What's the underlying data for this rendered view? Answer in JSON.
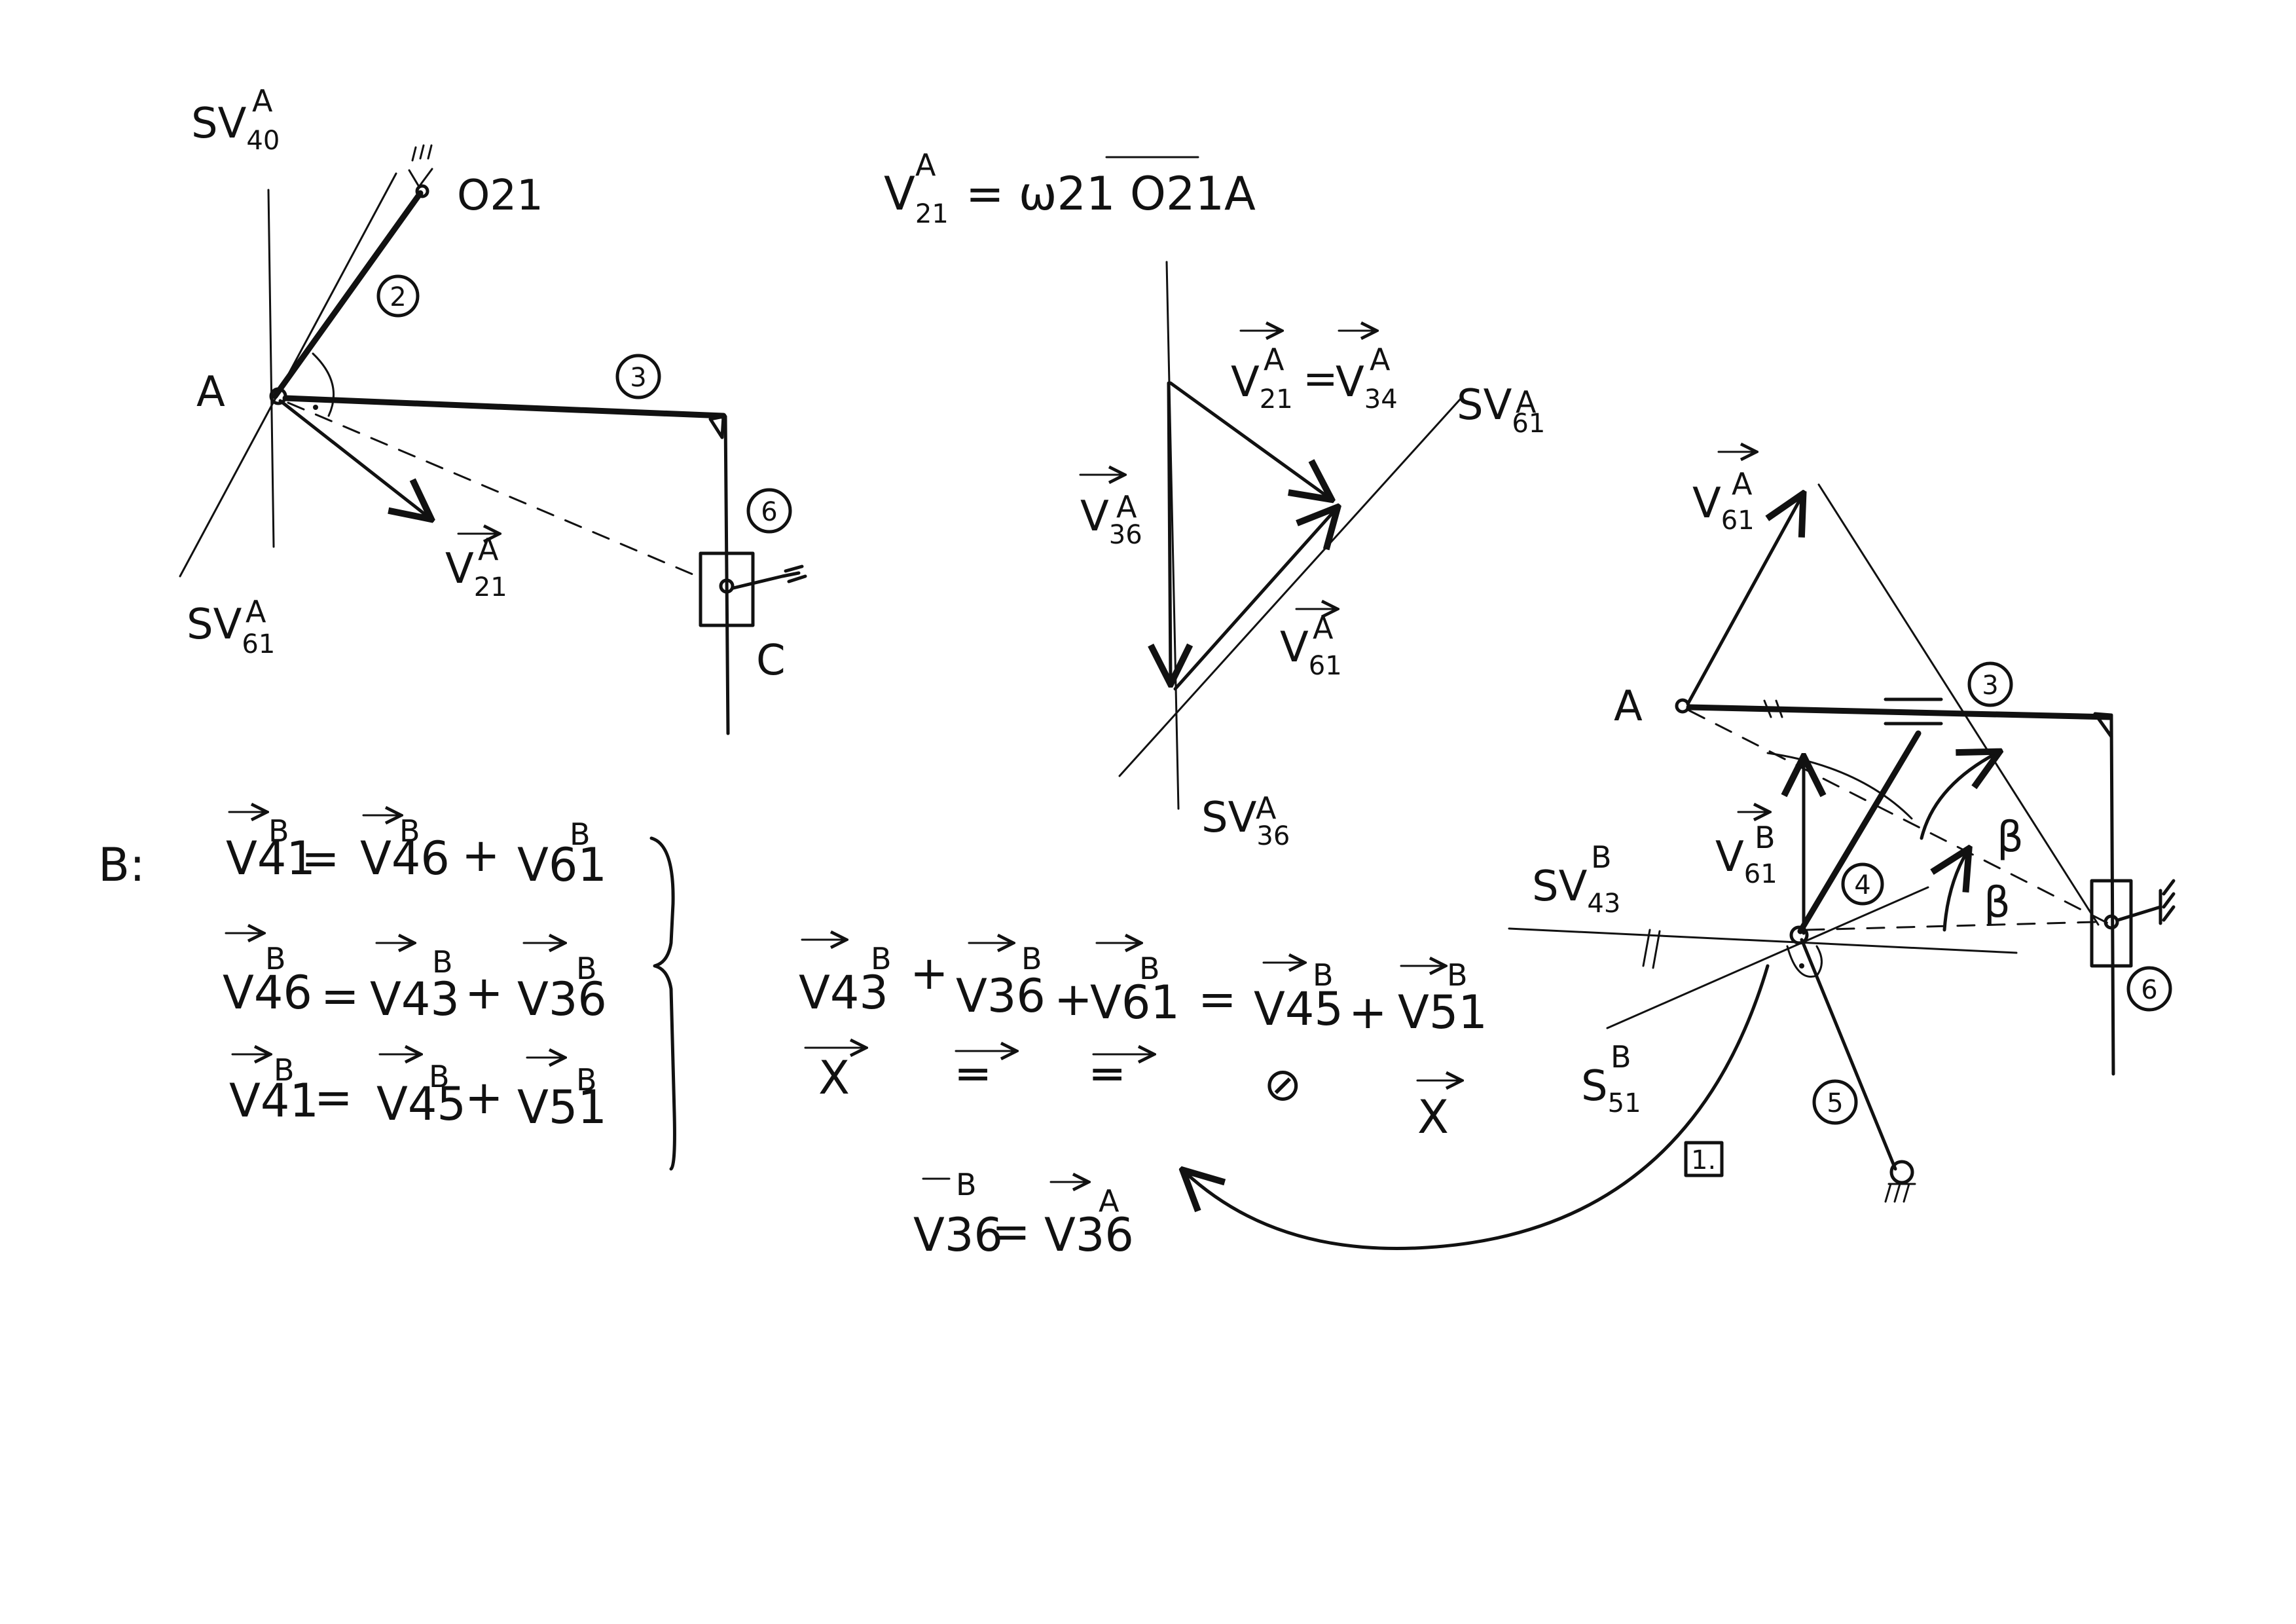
{
  "ink_color": "#111111",
  "paper_color": "#ffffff",
  "sketch1": {
    "sv40_label": {
      "base": "SV",
      "sub": "40",
      "sup": "A"
    },
    "o21_label": "O21",
    "member2_tag": "2",
    "point_a_label": "A",
    "member3_tag": "3",
    "member6_tag": "6",
    "point_c_label": "C",
    "v21_label": {
      "base": "V",
      "sub": "21",
      "sup": "A"
    },
    "sv61_label": {
      "base": "SV",
      "sub": "61",
      "sup": "A"
    }
  },
  "formula_top": {
    "lhs": "V",
    "lhs_sub": "21",
    "lhs_sup": "A",
    "rhs": "= ω21 O21A"
  },
  "triangle_a": {
    "eq_v21": {
      "base": "V",
      "sub": "21",
      "sup": "A"
    },
    "eq_equals": "=",
    "eq_v34": {
      "base": "V",
      "sub": "34",
      "sup": "A"
    },
    "sv61_label": {
      "base": "SV",
      "sub": "61",
      "sup": "A"
    },
    "v36_label": {
      "base": "V",
      "sub": "36",
      "sup": "A"
    },
    "v61_label": {
      "base": "V",
      "sub": "61",
      "sup": "A"
    },
    "sv36_label": {
      "base": "SV",
      "sub": "36",
      "sup": "A"
    }
  },
  "system_b": {
    "point_label": "B:",
    "rows": [
      {
        "lhs": "V41",
        "lhs_sup": "B",
        "t1": "V46",
        "t1_sup": "B",
        "op": "+",
        "t2": "V61",
        "t2_sup": "B"
      },
      {
        "lhs": "V46",
        "lhs_sup": "B",
        "t1": "V43",
        "t1_sup": "B",
        "op": "+",
        "t2": "V36",
        "t2_sup": "B"
      },
      {
        "lhs": "V41",
        "lhs_sup": "B",
        "t1": "V45",
        "t1_sup": "B",
        "op": "+",
        "t2": "V51",
        "t2_sup": "B"
      }
    ],
    "equals": "="
  },
  "combined_eq": {
    "terms": [
      "V43",
      "V36",
      "V61",
      "V45",
      "V51"
    ],
    "sup": "B",
    "plus": "+",
    "equals": "=",
    "marks": [
      "X",
      "═",
      "═",
      "⊘",
      "X"
    ]
  },
  "transfer_eq": {
    "lhs": "V36",
    "lhs_sup": "B",
    "equals": "=",
    "rhs": "V36",
    "rhs_sup": "A"
  },
  "sketch2": {
    "v61_label": {
      "base": "V",
      "sub": "61",
      "sup": "A"
    },
    "point_a_label": "A",
    "member3_tag": "3",
    "v61b_label": {
      "base": "V",
      "sub": "61",
      "sup": "B"
    },
    "sv43_label": {
      "base": "SV",
      "sub": "43",
      "sup": "B"
    },
    "member4_tag": "4",
    "beta1": "β",
    "beta2": "β",
    "member6_tag": "6",
    "sv51_label": {
      "base": "S",
      "sub": "51",
      "sup": "B"
    },
    "member5_tag": "5",
    "step_tag": "1."
  }
}
